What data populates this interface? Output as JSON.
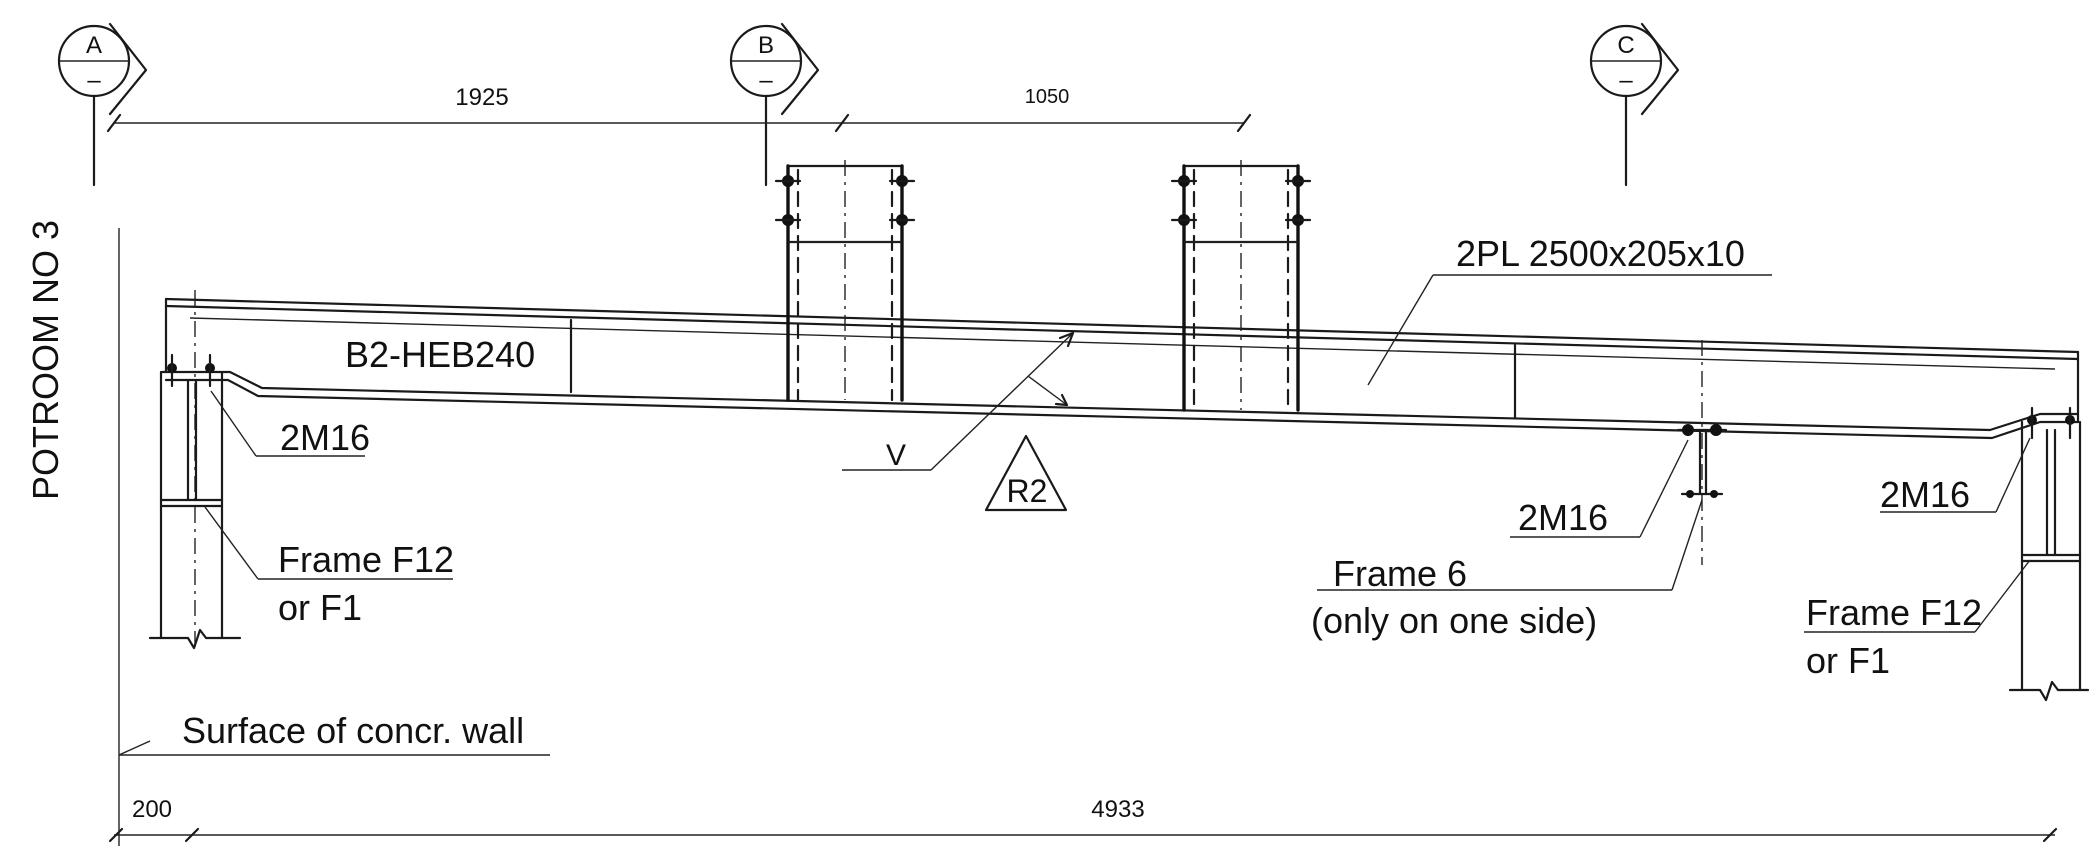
{
  "grid_bubbles": [
    {
      "letter": "A",
      "sub": "–"
    },
    {
      "letter": "B",
      "sub": "–"
    },
    {
      "letter": "C",
      "sub": "–"
    }
  ],
  "dimensions": {
    "top_1": "1925",
    "top_2": "1050",
    "bottom_1": "200",
    "bottom_2": "4933"
  },
  "labels": {
    "side_label": "POTROOM NO 3",
    "beam": "B2-HEB240",
    "plate": "2PL 2500x205x10",
    "bolts_left": "2M16",
    "bolts_mid": "2M16",
    "bolts_right": "2M16",
    "frame_left_1": "Frame F12",
    "frame_left_2": "or F1",
    "frame_mid_1": "Frame 6",
    "frame_mid_2": "(only on one side)",
    "frame_right_1": "Frame F12",
    "frame_right_2": "or F1",
    "wall": "Surface of concr. wall",
    "weld": "V",
    "revision": "R2"
  }
}
